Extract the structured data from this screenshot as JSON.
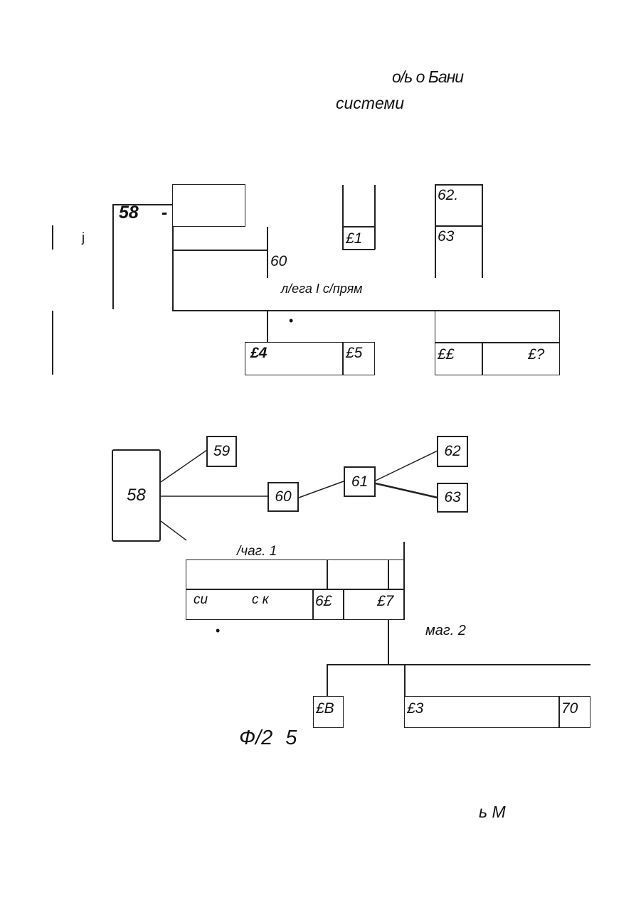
{
  "header": {
    "line1": "о/ь о Бани",
    "line2": "системи"
  },
  "diagram_a": {
    "root_label": "58",
    "root_dash": "-",
    "side_mark": "j",
    "b60": "60",
    "b61": "£1",
    "b62": "62.",
    "b63": "63",
    "caption": "л/ега I с/прям",
    "dot": "•",
    "b64": "£4",
    "b65": "£5",
    "b66": "££",
    "b67": "£?"
  },
  "diagram_b": {
    "n58": "58",
    "n59": "59",
    "n60": "60",
    "n61": "61",
    "n62": "62",
    "n63": "63"
  },
  "diagram_c": {
    "mag1": "/чаг. 1",
    "mag2": "маг. 2",
    "c_si": "си",
    "c_sk": "с к",
    "c66": "6£",
    "c67": "£7",
    "dot": "•",
    "c68": "£В",
    "c69": "£3",
    "c70": "70"
  },
  "figure_caption": "Ф/2 5",
  "footer": "ь М"
}
